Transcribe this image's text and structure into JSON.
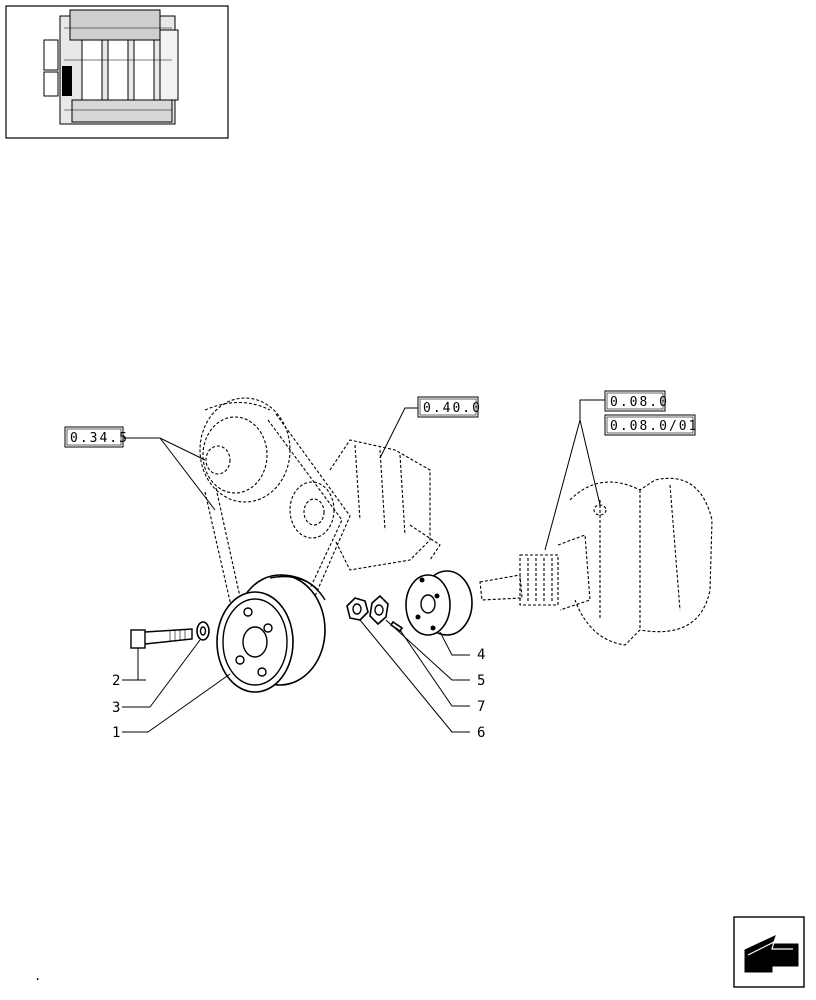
{
  "callouts": [
    {
      "id": "c1",
      "label": "1"
    },
    {
      "id": "c2",
      "label": "2"
    },
    {
      "id": "c3",
      "label": "3"
    },
    {
      "id": "c4",
      "label": "4"
    },
    {
      "id": "c5",
      "label": "5"
    },
    {
      "id": "c6",
      "label": "6"
    },
    {
      "id": "c7",
      "label": "7"
    }
  ],
  "references": {
    "r1": "0.34.5",
    "r2": "0.40.0",
    "r3": "0.08.0",
    "r4": "0.08.0/01"
  },
  "footer_mark": ".",
  "icons": {
    "engine_thumbnail": "engine-thumbnail-icon",
    "next_page": "next-page-arrow-icon"
  },
  "colors": {
    "ink": "#000000",
    "background": "#ffffff"
  }
}
